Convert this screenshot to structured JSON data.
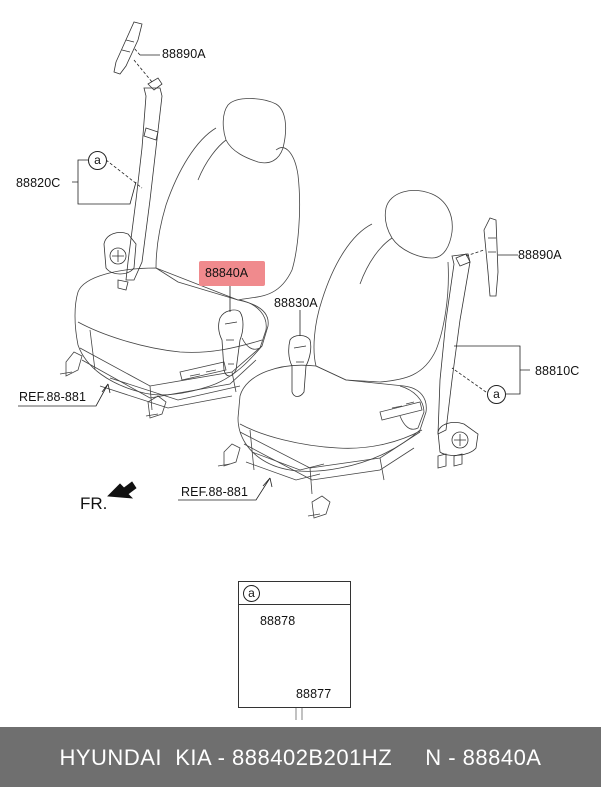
{
  "parts": {
    "top_bracket_left": "88890A",
    "belt_left": "88820C",
    "buckle_highlighted": "88840A",
    "buckle_right": "88830A",
    "top_bracket_right": "88890A",
    "belt_right": "88810C"
  },
  "refs": {
    "left": "REF.88-881",
    "right": "REF.88-881"
  },
  "direction": "FR.",
  "callout_letter": "a",
  "detail": {
    "letter": "a",
    "part_upper": "88878",
    "part_lower": "88877"
  },
  "footer": {
    "text": "HYUNDAI  KIA - 888402B201HZ     N - 88840A"
  },
  "colors": {
    "highlight": "#f08a8d",
    "footer_bg": "#6f6f6f"
  }
}
